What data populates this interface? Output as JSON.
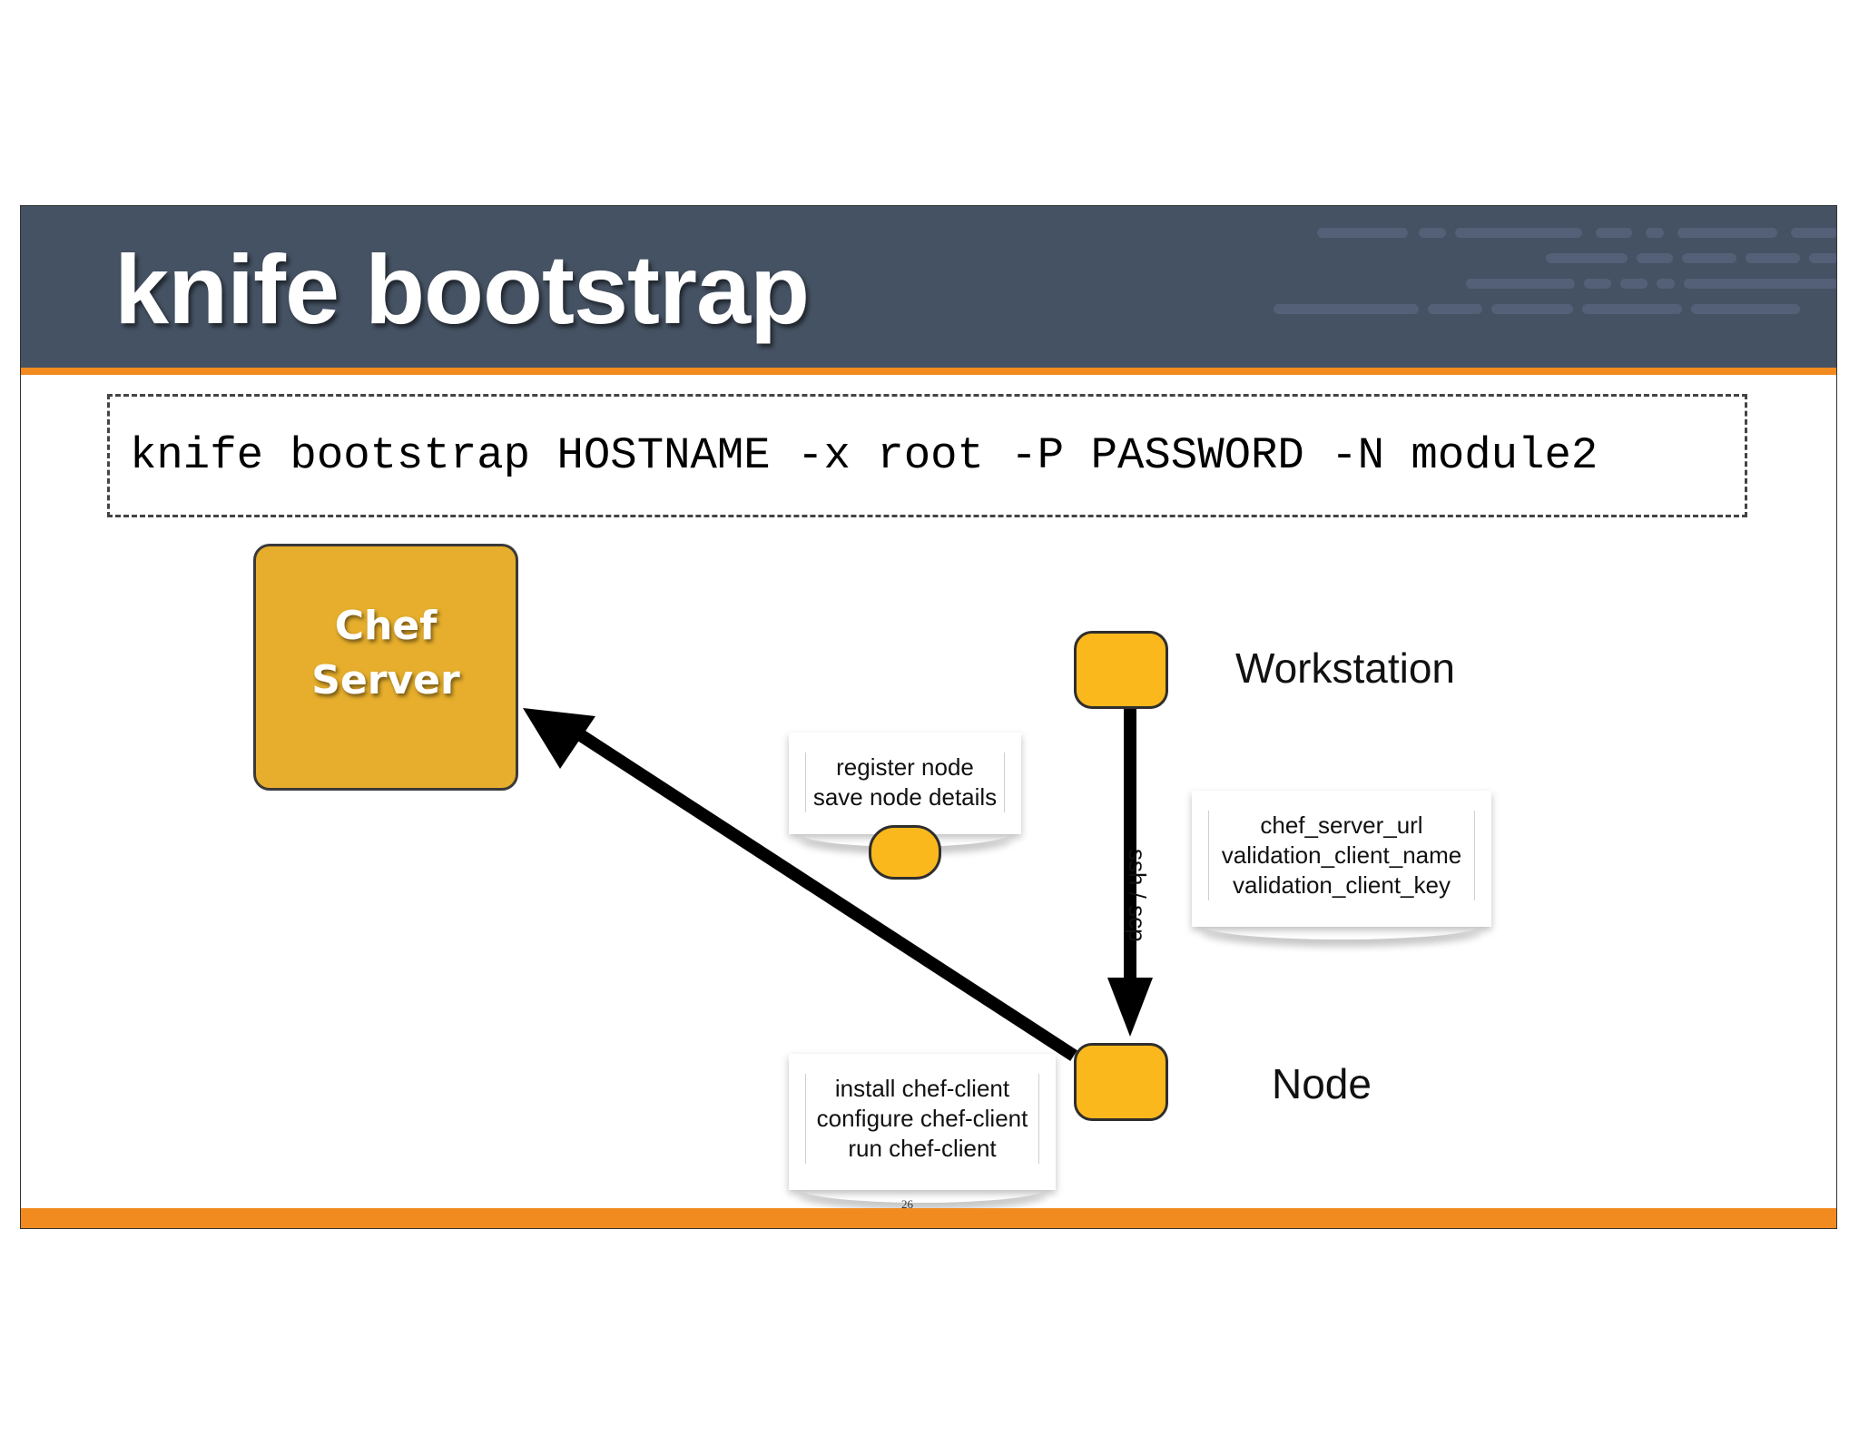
{
  "slide": {
    "title": "knife bootstrap",
    "command": "knife bootstrap HOSTNAME -x root -P PASSWORD -N module2",
    "page_number": "26"
  },
  "diagram": {
    "chef_server": "Chef\nServer",
    "workstation": "Workstation",
    "node": "Node",
    "ssh_label": "ssh / scp",
    "note_register": "register node\nsave node details",
    "note_config": "chef_server_url\nvalidation_client_name\nvalidation_client_key",
    "note_install": "install chef-client\nconfigure chef-client\nrun chef-client"
  },
  "colors": {
    "header": "#455263",
    "accent_orange": "#f28b1f",
    "chef_server_fill": "#e6ae2c",
    "node_fill": "#fbb81d"
  }
}
